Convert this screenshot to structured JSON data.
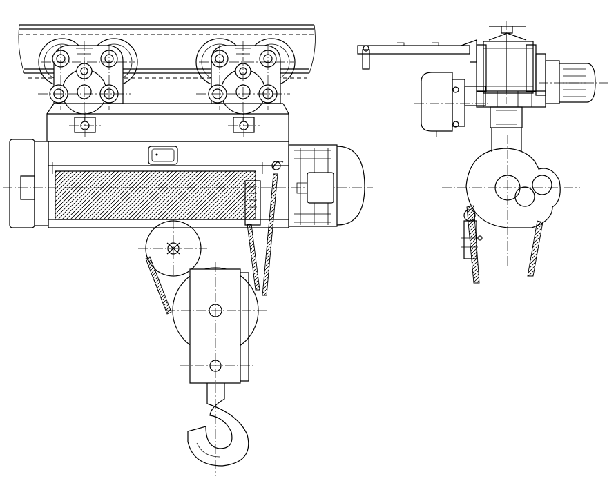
{
  "drawing": {
    "type": "electric wire rope hoist technical drawing",
    "views": [
      "front-view",
      "side-view"
    ],
    "line_color": "#000000",
    "background_color": "#ffffff"
  }
}
